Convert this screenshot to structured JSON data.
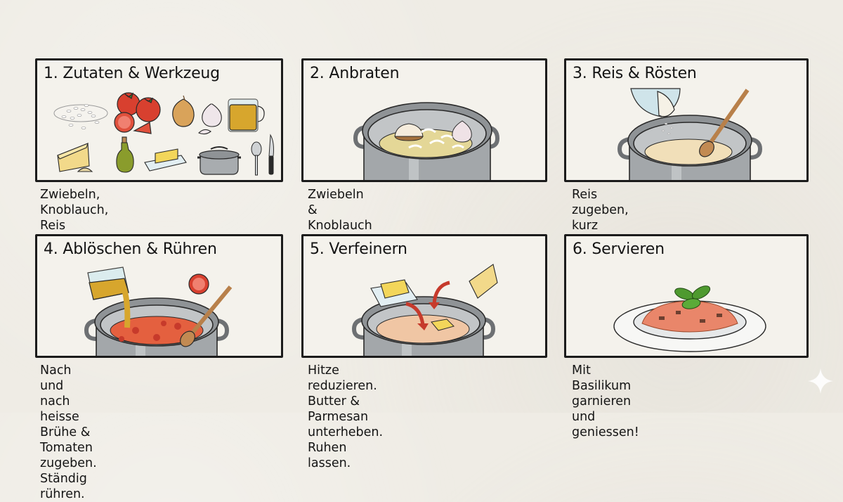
{
  "diagram": {
    "type": "recipe-storyboard",
    "layout": "2 rows x 3 columns",
    "colors": {
      "background": "#efece5",
      "panel_fill": "#f4f2ec",
      "border": "#1b1b1b",
      "text": "#141414",
      "pot_gray": "#8f9396",
      "tomato_red": "#d8402f",
      "broth_yellow": "#d7a62d",
      "butter_yellow": "#f3d65a",
      "basil_green": "#4e9a2f",
      "wood_spoon": "#b8804a",
      "arrow_red": "#c63a2c"
    },
    "steps": [
      {
        "number": 1,
        "title": "1. Zutaten & Werkzeug",
        "caption": "Zwiebeln, Knoblauch, Reis\nvorbereiten. Brühe erhitzen.",
        "illustration_items": [
          "rice-pile",
          "tomatoes",
          "onion",
          "garlic",
          "broth-measuring-jug",
          "parmesan-wedge",
          "olive-oil-bottle",
          "butter-dish",
          "cooking-pot",
          "spoon",
          "knife"
        ]
      },
      {
        "number": 2,
        "title": "2. Anbraten",
        "caption": "Zwiebeln & Knoblauch in\nOlivenöl glasig dünsten.",
        "illustration_items": [
          "pot-with-onion-and-garlic-in-oil"
        ]
      },
      {
        "number": 3,
        "title": "3. Reis & Rösten",
        "caption": "Reis zugeben, kurz mitrösten bis\nglasig.",
        "illustration_items": [
          "bowl-pouring-rice",
          "pot-with-rice",
          "wooden-spoon"
        ]
      },
      {
        "number": 4,
        "title": "4. Ablöschen & Rühren",
        "caption": "Nach und nach heisse Brühe &\nTomaten zugeben. Ständig rühren.",
        "illustration_items": [
          "jug-pouring-broth",
          "tomato-half-with-pieces",
          "pot-with-tomato-risotto",
          "wooden-spoon"
        ]
      },
      {
        "number": 5,
        "title": "5. Verfeinern",
        "caption": "Hitze reduzieren. Butter & Parmesan\nunterheben. Ruhen lassen.",
        "illustration_items": [
          "butter-on-dish",
          "parmesan-grated",
          "red-arrows",
          "pot-with-creamy-risotto"
        ]
      },
      {
        "number": 6,
        "title": "6. Servieren",
        "caption": "Mit Basilikum garnieren und\ngeniessen!",
        "illustration_items": [
          "plate-of-risotto",
          "basil-leaves"
        ]
      }
    ],
    "watermark_icon": "sparkle-icon"
  }
}
